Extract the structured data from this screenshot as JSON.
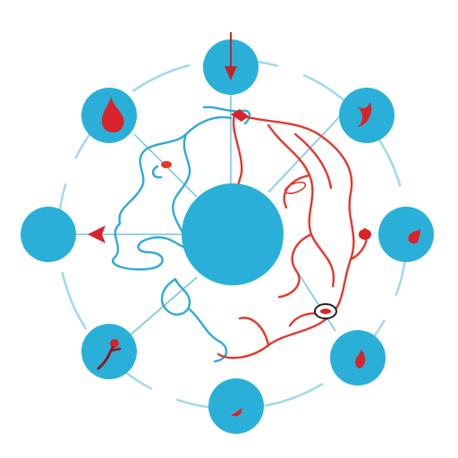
{
  "colors": {
    "node": "#2ab0d8",
    "ring": "#9ed9ec",
    "vein": "#2eaad8",
    "artery": "#e4372c",
    "icon": "#d9232a"
  },
  "center": {
    "lines": [
      "",
      "",
      ""
    ]
  },
  "nodes": [
    {
      "id": "top",
      "label": "",
      "icon": "arrow-down-icon"
    },
    {
      "id": "upper-right",
      "label": "",
      "icon": "kidney-icon"
    },
    {
      "id": "right",
      "label": "",
      "icon": "blood-drop-icon"
    },
    {
      "id": "lower-right",
      "label": "",
      "icon": "blood-drop-icon"
    },
    {
      "id": "bottom",
      "label": "",
      "icon": "blood-drop-icon"
    },
    {
      "id": "lower-left",
      "label": "",
      "icon": "figure-icon"
    },
    {
      "id": "left",
      "label": "",
      "icon": "arrow-left-icon"
    },
    {
      "id": "upper-left",
      "label": "",
      "icon": "heart-drop-icon"
    }
  ],
  "annotations": [
    ""
  ]
}
